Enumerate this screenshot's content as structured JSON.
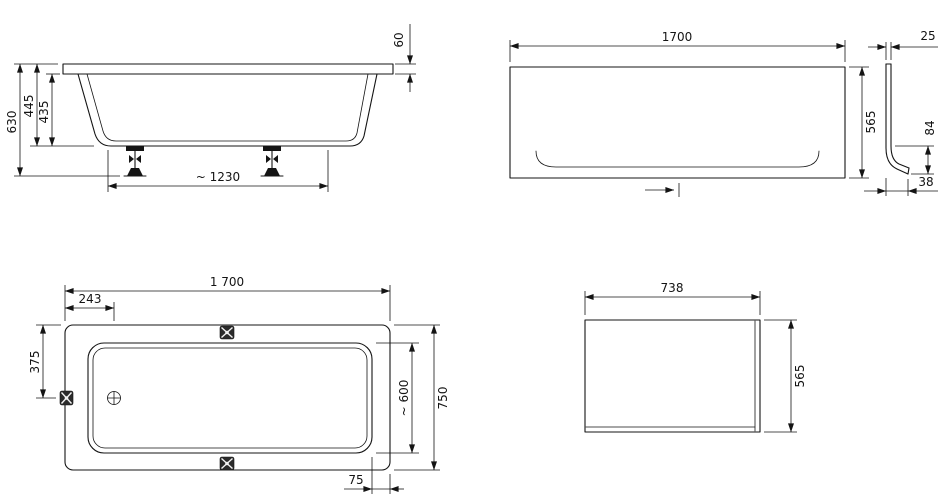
{
  "drawing": {
    "background": "#ffffff",
    "line_color": "#141414"
  },
  "views": {
    "side_view": {
      "label": "side-elevation",
      "dims": {
        "total_height": "630",
        "height_to_rim": "445",
        "shell_height": "435",
        "rim_thickness": "60",
        "feet_spacing": "~ 1230"
      }
    },
    "front_panel": {
      "label": "front-panel-elevation",
      "dims": {
        "length": "1700",
        "height": "565"
      }
    },
    "panel_profile": {
      "label": "panel-cross-section",
      "dims": {
        "thickness": "25",
        "foot_height": "84",
        "foot_depth": "38"
      }
    },
    "plan_view": {
      "label": "plan-view",
      "dims": {
        "length": "1 700",
        "drain_offset": "243",
        "centerline_offset": "375",
        "width": "750",
        "inner_width": "~ 600",
        "edge_offset": "75"
      }
    },
    "end_panel": {
      "label": "end-panel-elevation",
      "dims": {
        "width": "738",
        "height": "565"
      }
    }
  }
}
